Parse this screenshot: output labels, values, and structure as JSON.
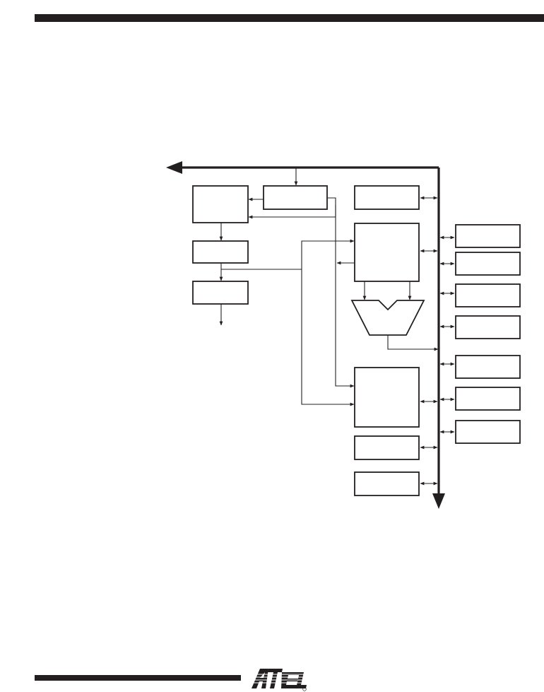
{
  "header": {
    "rule_color": "#231f20"
  },
  "footer": {
    "logo": {
      "icon": "atmel-logo-icon",
      "text": "ATMEL",
      "registered_mark": "®"
    }
  },
  "diagram": {
    "stroke_color": "#231f20",
    "nodes": [
      {
        "id": "ctrl-top",
        "label": ""
      },
      {
        "id": "pipe-left-1",
        "label": ""
      },
      {
        "id": "pipe-left-2",
        "label": ""
      },
      {
        "id": "pipe-left-3",
        "label": ""
      },
      {
        "id": "mid-top",
        "label": ""
      },
      {
        "id": "mid-big-1",
        "label": ""
      },
      {
        "id": "alu",
        "label": ""
      },
      {
        "id": "mid-big-2",
        "label": ""
      },
      {
        "id": "mid-bottom-1",
        "label": ""
      },
      {
        "id": "mid-bottom-2",
        "label": ""
      },
      {
        "id": "periph-1",
        "label": ""
      },
      {
        "id": "periph-2",
        "label": ""
      },
      {
        "id": "periph-3",
        "label": ""
      },
      {
        "id": "periph-4",
        "label": ""
      },
      {
        "id": "periph-5",
        "label": ""
      },
      {
        "id": "periph-6",
        "label": ""
      },
      {
        "id": "periph-7",
        "label": ""
      }
    ]
  }
}
